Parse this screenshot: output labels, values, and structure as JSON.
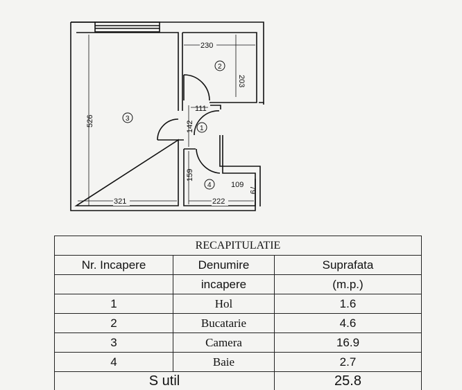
{
  "plan": {
    "rooms": [
      "1",
      "2",
      "3",
      "4"
    ],
    "dimensions": {
      "kitchen_width": "230",
      "kitchen_depth": "203",
      "hall_width": "111",
      "hall_length": "142",
      "room_length": "526",
      "room_width": "321",
      "bath_length": "159",
      "bath_width": "222",
      "bath_notch_width": "109",
      "bath_notch_depth": "79"
    }
  },
  "table": {
    "title": "RECAPITULATIE",
    "headers": {
      "col1": "Nr. Incapere",
      "col2_line1": "Denumire",
      "col2_line2": "incapere",
      "col3_line1": "Suprafata",
      "col3_line2": "(m.p.)"
    },
    "rows": [
      {
        "nr": "1",
        "name": "Hol",
        "area": "1.6"
      },
      {
        "nr": "2",
        "name": "Bucatarie",
        "area": "4.6"
      },
      {
        "nr": "3",
        "name": "Camera",
        "area": "16.9"
      },
      {
        "nr": "4",
        "name": "Baie",
        "area": "2.7"
      }
    ],
    "total_label": "S util",
    "total_value": "25.8"
  }
}
